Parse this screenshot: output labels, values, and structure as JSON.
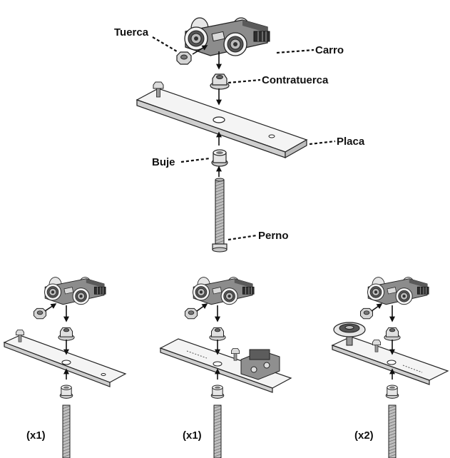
{
  "labels": {
    "tuerca": "Tuerca",
    "carro": "Carro",
    "contratuerca": "Contratuerca",
    "placa": "Placa",
    "buje": "Buje",
    "perno": "Perno"
  },
  "variants": [
    {
      "qty": "(x1)"
    },
    {
      "qty": "(x1)"
    },
    {
      "qty": "(x2)"
    }
  ]
}
